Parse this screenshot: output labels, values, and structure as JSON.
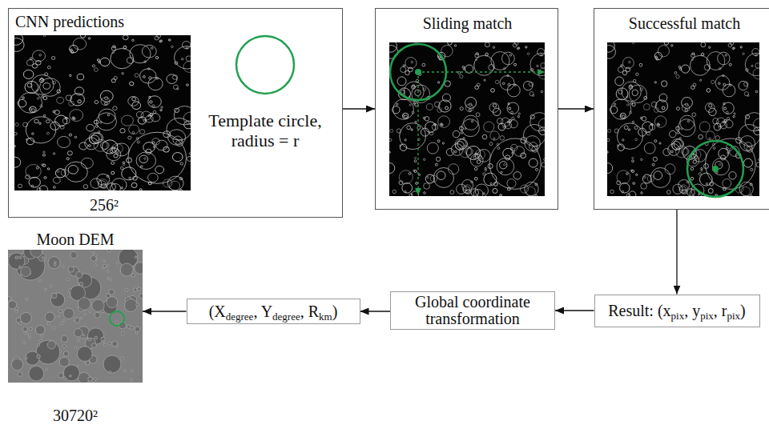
{
  "diagram": {
    "nodes": [
      {
        "text": [
          "CNN predictions",
          "256²"
        ]
      },
      {
        "text": [
          "Template circle, radius = r"
        ],
        "in": 0
      },
      {
        "text": [
          "Sliding match"
        ]
      },
      {
        "text": [
          "Successful match"
        ]
      },
      {
        "text": [
          "Moon DEM",
          "30720²"
        ]
      },
      {
        "text": [
          "(Xdegree, Ydegree, Rkm)"
        ]
      },
      {
        "text": [
          "Global coordinate transformation"
        ]
      },
      {
        "text": [
          "Result: (xpix, ypix, rpix)"
        ]
      }
    ],
    "edges": [
      {
        "from": 0,
        "to": 2,
        "arrow": "to"
      },
      {
        "from": 2,
        "to": 3,
        "arrow": "to"
      },
      {
        "from": 3,
        "to": 7,
        "arrow": "to"
      },
      {
        "from": 7,
        "to": 6,
        "arrow": "to"
      },
      {
        "from": 6,
        "to": 5,
        "arrow": "to"
      },
      {
        "from": 5,
        "to": 4,
        "arrow": "to"
      }
    ]
  }
}
